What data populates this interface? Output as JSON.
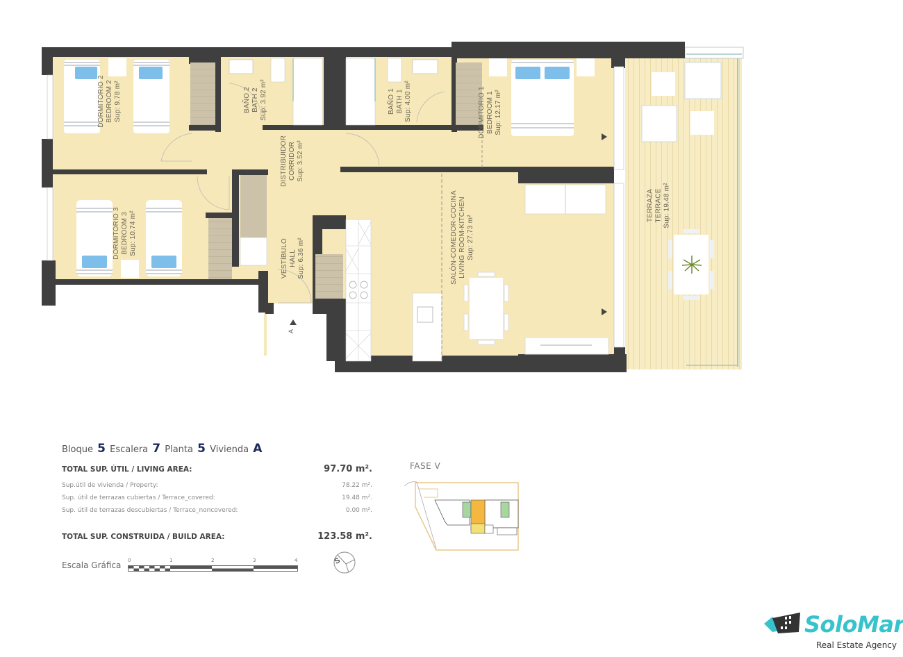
{
  "floor_plan": {
    "colors": {
      "wall": "#3f3f3f",
      "floor": "#f6e8b8",
      "terrace_floor": "#f8ecc4",
      "furniture": "#ffffff",
      "pillow": "#7dbfea",
      "wardrobe": "#c9c0a8",
      "glass": "#9fc9c4"
    },
    "rooms": [
      {
        "id": "bedroom2",
        "name_es": "DORMITORIO 2",
        "name_en": "BEDROOM 2",
        "area": "Sup: 9.78 m²"
      },
      {
        "id": "bath2",
        "name_es": "BAÑO 2",
        "name_en": "BATH 2",
        "area": "Sup: 3.92 m²"
      },
      {
        "id": "bath1",
        "name_es": "BAÑO 1",
        "name_en": "BATH 1",
        "area": "Sup: 4.00 m²"
      },
      {
        "id": "bedroom1",
        "name_es": "DORMITORIO 1",
        "name_en": "BEDROOM 1",
        "area": "Sup: 12.17 m²"
      },
      {
        "id": "corridor",
        "name_es": "DISTRIBUIDOR",
        "name_en": "CORRIDOR",
        "area": "Sup: 3.52 m²"
      },
      {
        "id": "bedroom3",
        "name_es": "DORMITORIO 3",
        "name_en": "BEDROOM 3",
        "area": "Sup: 10.74 m²"
      },
      {
        "id": "hall",
        "name_es": "VESTÍBULO",
        "name_en": "HALL",
        "area": "Sup: 6.36 m²"
      },
      {
        "id": "living",
        "name_es": "SALÓN-COMEDOR-COCINA",
        "name_en": "LIVING ROOM-KITCHEN",
        "area": "Sup: 27.73 m²"
      },
      {
        "id": "terrace",
        "name_es": "TERRAZA",
        "name_en": "TERRACE",
        "area": "Sup: 19.48 m²"
      }
    ],
    "entrance_marker": "A"
  },
  "unit": {
    "bloque_label": "Bloque",
    "bloque": "5",
    "escalera_label": "Escalera",
    "escalera": "7",
    "planta_label": "Planta",
    "planta": "5",
    "vivienda_label": "Vivienda",
    "vivienda": "A"
  },
  "areas": {
    "living_total_label": "TOTAL SUP. ÚTIL / LIVING AREA:",
    "living_total_value": "97.70 m².",
    "property_label": "Sup.útil de vivienda / Property:",
    "property_value": "78.22 m².",
    "terrace_covered_label": "Sup. útil de terrazas cubiertas  / Terrace_covered:",
    "terrace_covered_value": "19.48 m².",
    "terrace_noncovered_label": "Sup. útil de terrazas descubiertas  / Terrace_noncovered:",
    "terrace_noncovered_value": "0.00 m².",
    "build_total_label": "TOTAL SUP. CONSTRUIDA / BUILD AREA:",
    "build_total_value": "123.58 m²."
  },
  "scale": {
    "label": "Escala Gráfica",
    "ticks": [
      "0",
      "1",
      "2",
      "3",
      "4"
    ]
  },
  "compass": {
    "letter": "S"
  },
  "site_plan": {
    "title": "FASE V",
    "highlight_color": "#f4b740",
    "green_color": "#a8d5a0",
    "outline_color": "#e8c98a"
  },
  "logo": {
    "name": "SoloMar",
    "tagline": "Real Estate Agency",
    "color": "#36c3cc"
  }
}
